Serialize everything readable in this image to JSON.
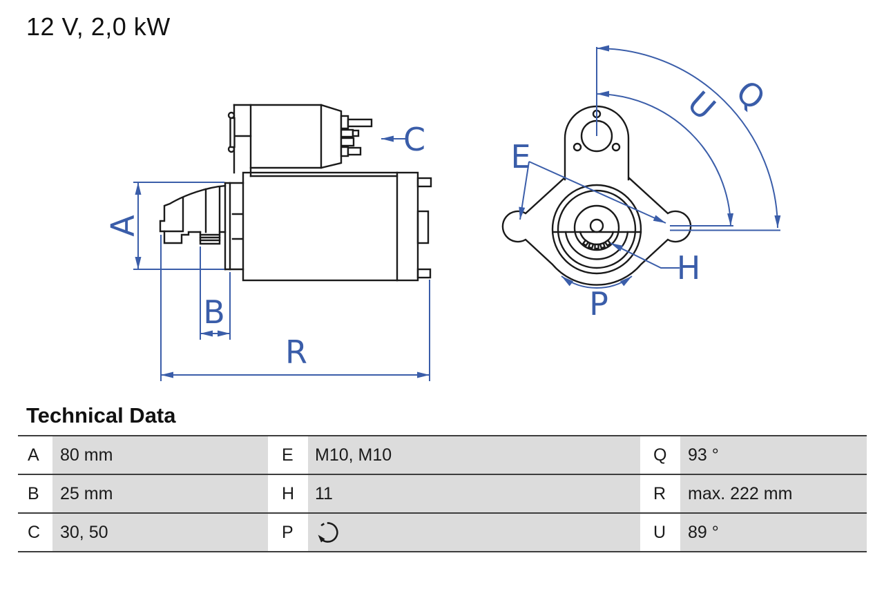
{
  "title": "12 V, 2,0 kW",
  "diagram": {
    "labels": {
      "A": "A",
      "B": "B",
      "C": "C",
      "R": "R",
      "E": "E",
      "H": "H",
      "P": "P",
      "Q": "Q",
      "U": "U"
    }
  },
  "table": {
    "heading": "Technical Data",
    "rows": [
      {
        "c1k": "A",
        "c1v": "80 mm",
        "c2k": "E",
        "c2v": "M10, M10",
        "c3k": "Q",
        "c3v": "93 °"
      },
      {
        "c1k": "B",
        "c1v": "25 mm",
        "c2k": "H",
        "c2v": "11",
        "c3k": "R",
        "c3v": "max. 222 mm"
      },
      {
        "c1k": "C",
        "c1v": "30, 50",
        "c2k": "P",
        "c2v": "",
        "c2icon": "rotation-ccw-icon",
        "c3k": "U",
        "c3v": "89 °"
      }
    ]
  },
  "colors": {
    "dimension_blue": "#3a5da9",
    "line_black": "#1a1a1a",
    "cell_gray": "#dcdcdc"
  }
}
